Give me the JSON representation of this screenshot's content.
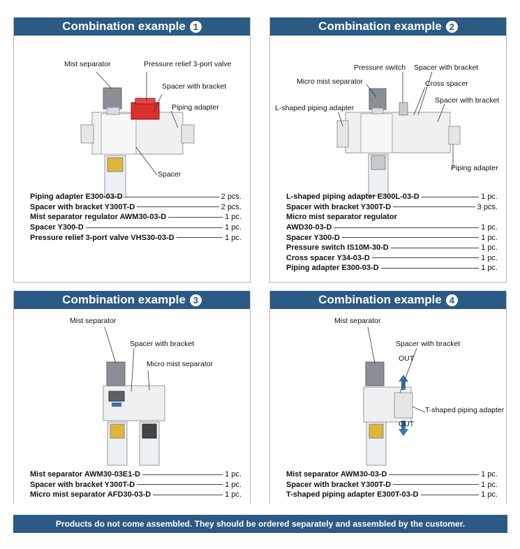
{
  "panels": [
    {
      "title": "Combination example",
      "number": "1",
      "callouts": [
        "Mist separator",
        "Pressure relief 3-port valve",
        "Spacer with bracket",
        "Piping adapter",
        "Spacer"
      ],
      "parts": [
        {
          "name": "Piping adapter E300-03-D",
          "qty": "2 pcs."
        },
        {
          "name": "Spacer with bracket Y300T-D",
          "qty": "2 pcs."
        },
        {
          "name": "Mist separator regulator AWM30-03-D",
          "qty": "1 pc."
        },
        {
          "name": "Spacer Y300-D",
          "qty": "1 pc."
        },
        {
          "name": "Pressure relief 3-port valve VHS30-03-D",
          "qty": "1 pc."
        }
      ]
    },
    {
      "title": "Combination example",
      "number": "2",
      "callouts": [
        "Pressure switch",
        "Spacer with bracket",
        "Micro mist separator",
        "Cross spacer",
        "L-shaped piping adapter",
        "Spacer with bracket",
        "Piping adapter"
      ],
      "parts": [
        {
          "name": "L-shaped piping adapter E300L-03-D",
          "qty": "1 pc."
        },
        {
          "name": "Spacer with bracket Y300T-D",
          "qty": "3 pcs."
        },
        {
          "name": "Micro mist separator regulator",
          "qty": ""
        },
        {
          "name": "AWD30-03-D",
          "qty": "1 pc."
        },
        {
          "name": "Spacer Y300-D",
          "qty": "1 pc."
        },
        {
          "name": "Pressure switch IS10M-30-D",
          "qty": "1 pc."
        },
        {
          "name": "Cross spacer Y34-03-D",
          "qty": "1 pc."
        },
        {
          "name": "Piping adapter E300-03-D",
          "qty": "1 pc."
        }
      ]
    },
    {
      "title": "Combination example",
      "number": "3",
      "callouts": [
        "Mist separator",
        "Spacer with bracket",
        "Micro mist separator"
      ],
      "parts": [
        {
          "name": "Mist separator AWM30-03E1-D",
          "qty": "1 pc."
        },
        {
          "name": "Spacer with bracket Y300T-D",
          "qty": "1 pc."
        },
        {
          "name": "Micro mist separator AFD30-03-D",
          "qty": "1 pc."
        }
      ]
    },
    {
      "title": "Combination example",
      "number": "4",
      "callouts": [
        "Mist separator",
        "Spacer with bracket",
        "OUT",
        "T-shaped piping adapter",
        "OUT"
      ],
      "parts": [
        {
          "name": "Mist separator AWM30-03-D",
          "qty": "1 pc."
        },
        {
          "name": "Spacer with bracket Y300T-D",
          "qty": "1 pc."
        },
        {
          "name": "T-shaped piping adapter E300T-03-D",
          "qty": "1 pc."
        }
      ]
    }
  ],
  "footer": "Products do not come assembled. They should be ordered separately and assembled by the customer.",
  "colors": {
    "header": "#2b5a84",
    "valve": "#d9302b",
    "arrow": "#3b73a8"
  }
}
